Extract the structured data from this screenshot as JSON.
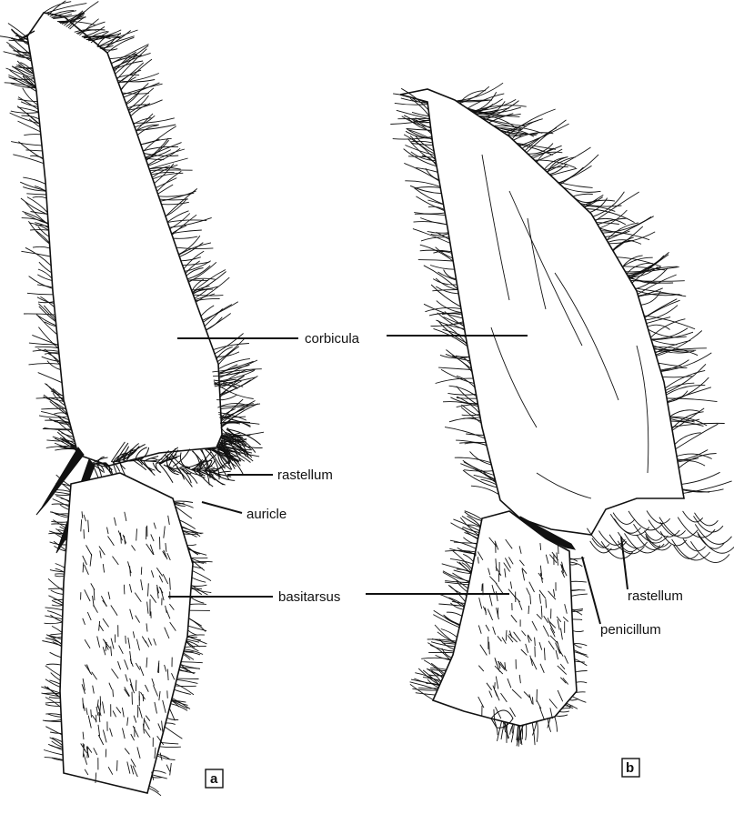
{
  "figure": {
    "labels": {
      "corbicula": "corbicula",
      "rastellum_a": "rastellum",
      "auricle": "auricle",
      "basitarsus": "basitarsus",
      "rastellum_b": "rastellum",
      "penicillum": "penicillum"
    },
    "panels": {
      "a": "a",
      "b": "b"
    }
  },
  "colors": {
    "ink": "#111111",
    "paper": "#ffffff"
  }
}
